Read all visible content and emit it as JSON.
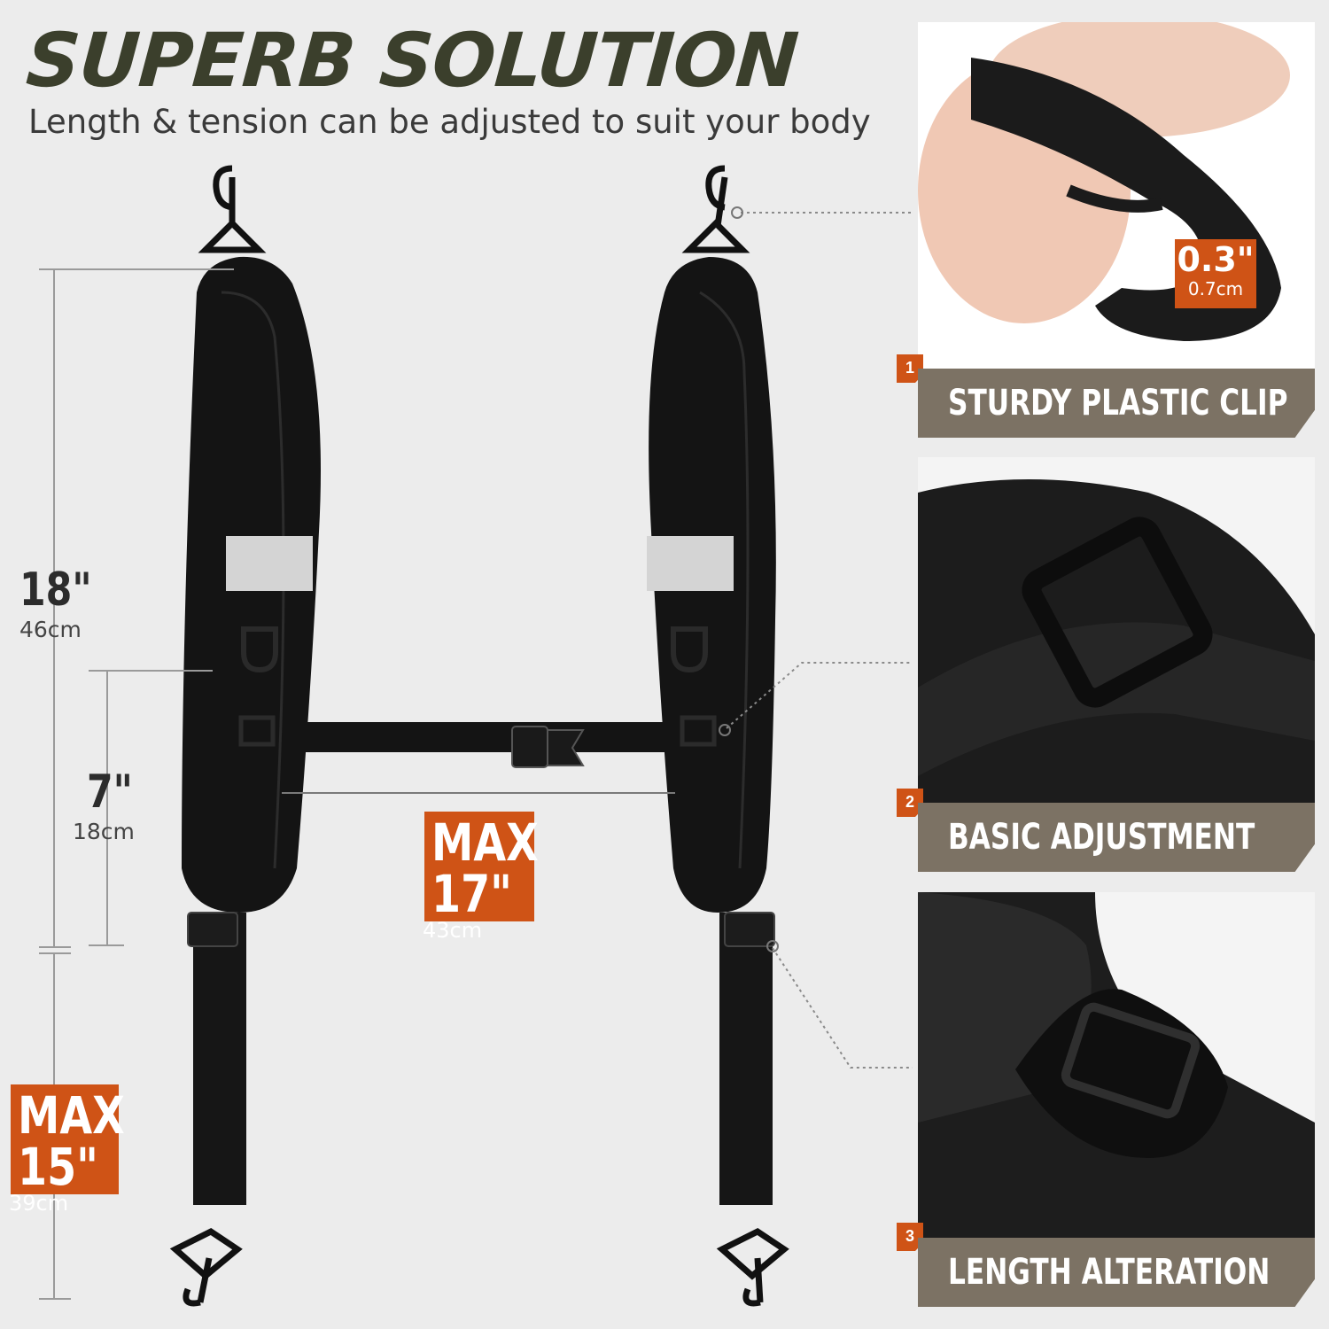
{
  "header": {
    "title": "SUPERB SOLUTION",
    "subtitle": "Length & tension can be adjusted to suit your body"
  },
  "measurements": {
    "shoulder_pad": {
      "value": "18\"",
      "metric": "46cm"
    },
    "lower_pad": {
      "value": "7\"",
      "metric": "18cm"
    },
    "chest_strap": {
      "label": "MAX",
      "value": "17\"",
      "metric": "43cm"
    },
    "lower_strap": {
      "label": "MAX",
      "value": "15\"",
      "metric": "39cm"
    }
  },
  "features": [
    {
      "number": "1",
      "label": "STURDY PLASTIC CLIP",
      "callout_value": "0.3\"",
      "callout_metric": "0.7cm"
    },
    {
      "number": "2",
      "label": "BASIC ADJUSTMENT"
    },
    {
      "number": "3",
      "label": "LENGTH ALTERATION"
    }
  ],
  "colors": {
    "accent": "#cf5316",
    "label_bg": "#7c7264",
    "title": "#3b3f2c",
    "strap": "#141414"
  }
}
